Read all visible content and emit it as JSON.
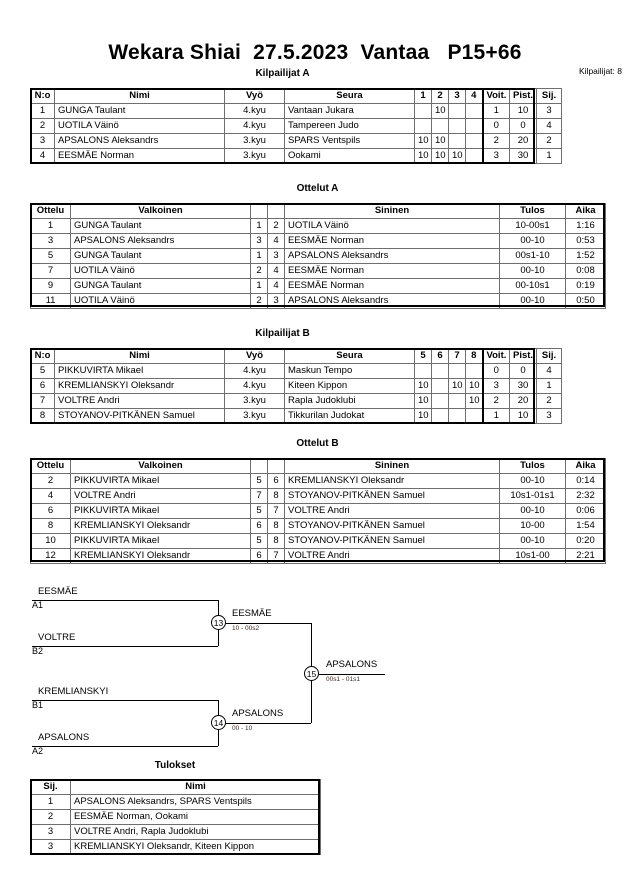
{
  "header": {
    "title": "Wekara Shiai  27.5.2023  Vantaa   P15+66",
    "competitors_label": "Kilpailijat: 8"
  },
  "pool_a": {
    "section_title": "Kilpailijat A",
    "columns": [
      "N:o",
      "Nimi",
      "Vyö",
      "Seura",
      "1",
      "2",
      "3",
      "4",
      "Voit.",
      "Pist.",
      "Sij."
    ],
    "rows": [
      {
        "no": "1",
        "nimi": "GUNGA Taulant",
        "vyo": "4.kyu",
        "seura": "Vantaan Jukara",
        "m": [
          "",
          "10",
          "",
          ""
        ],
        "voit": "1",
        "pist": "10",
        "sij": "3"
      },
      {
        "no": "2",
        "nimi": "UOTILA Väinö",
        "vyo": "4.kyu",
        "seura": "Tampereen Judo",
        "m": [
          "",
          "",
          "",
          ""
        ],
        "voit": "0",
        "pist": "0",
        "sij": "4"
      },
      {
        "no": "3",
        "nimi": "APSALONS Aleksandrs",
        "vyo": "3.kyu",
        "seura": "SPARS Ventspils",
        "m": [
          "10",
          "10",
          "",
          ""
        ],
        "voit": "2",
        "pist": "20",
        "sij": "2"
      },
      {
        "no": "4",
        "nimi": "EESMÄE Norman",
        "vyo": "3.kyu",
        "seura": "Ookami",
        "m": [
          "10",
          "10",
          "10",
          ""
        ],
        "voit": "3",
        "pist": "30",
        "sij": "1"
      }
    ]
  },
  "matches_a": {
    "section_title": "Ottelut A",
    "columns": [
      "Ottelu",
      "Valkoinen",
      "",
      "",
      "Sininen",
      "Tulos",
      "Aika"
    ],
    "rows": [
      {
        "ottelu": "1",
        "valkoinen": "GUNGA Taulant",
        "wno": "1",
        "bno": "2",
        "sininen": "UOTILA Väinö",
        "tulos": "10-00s1",
        "aika": "1:16"
      },
      {
        "ottelu": "3",
        "valkoinen": "APSALONS Aleksandrs",
        "wno": "3",
        "bno": "4",
        "sininen": "EESMÄE Norman",
        "tulos": "00-10",
        "aika": "0:53"
      },
      {
        "ottelu": "5",
        "valkoinen": "GUNGA Taulant",
        "wno": "1",
        "bno": "3",
        "sininen": "APSALONS Aleksandrs",
        "tulos": "00s1-10",
        "aika": "1:52"
      },
      {
        "ottelu": "7",
        "valkoinen": "UOTILA Väinö",
        "wno": "2",
        "bno": "4",
        "sininen": "EESMÄE Norman",
        "tulos": "00-10",
        "aika": "0:08"
      },
      {
        "ottelu": "9",
        "valkoinen": "GUNGA Taulant",
        "wno": "1",
        "bno": "4",
        "sininen": "EESMÄE Norman",
        "tulos": "00-10s1",
        "aika": "0:19"
      },
      {
        "ottelu": "11",
        "valkoinen": "UOTILA Väinö",
        "wno": "2",
        "bno": "3",
        "sininen": "APSALONS Aleksandrs",
        "tulos": "00-10",
        "aika": "0:50"
      }
    ]
  },
  "pool_b": {
    "section_title": "Kilpailijat B",
    "columns": [
      "N:o",
      "Nimi",
      "Vyö",
      "Seura",
      "5",
      "6",
      "7",
      "8",
      "Voit.",
      "Pist.",
      "Sij."
    ],
    "rows": [
      {
        "no": "5",
        "nimi": "PIKKUVIRTA Mikael",
        "vyo": "4.kyu",
        "seura": "Maskun Tempo",
        "m": [
          "",
          "",
          "",
          ""
        ],
        "voit": "0",
        "pist": "0",
        "sij": "4"
      },
      {
        "no": "6",
        "nimi": "KREMLIANSKYI Oleksandr",
        "vyo": "4.kyu",
        "seura": "Kiteen Kippon",
        "m": [
          "10",
          "",
          "10",
          "10"
        ],
        "voit": "3",
        "pist": "30",
        "sij": "1"
      },
      {
        "no": "7",
        "nimi": "VOLTRE Andri",
        "vyo": "3.kyu",
        "seura": "Rapla Judoklubi",
        "m": [
          "10",
          "",
          "",
          "10"
        ],
        "voit": "2",
        "pist": "20",
        "sij": "2"
      },
      {
        "no": "8",
        "nimi": "STOYANOV-PITKÄNEN Samuel",
        "vyo": "3.kyu",
        "seura": "Tikkurilan Judokat",
        "m": [
          "10",
          "",
          "",
          ""
        ],
        "voit": "1",
        "pist": "10",
        "sij": "3"
      }
    ]
  },
  "matches_b": {
    "section_title": "Ottelut B",
    "columns": [
      "Ottelu",
      "Valkoinen",
      "",
      "",
      "Sininen",
      "Tulos",
      "Aika"
    ],
    "rows": [
      {
        "ottelu": "2",
        "valkoinen": "PIKKUVIRTA Mikael",
        "wno": "5",
        "bno": "6",
        "sininen": "KREMLIANSKYI Oleksandr",
        "tulos": "00-10",
        "aika": "0:14"
      },
      {
        "ottelu": "4",
        "valkoinen": "VOLTRE Andri",
        "wno": "7",
        "bno": "8",
        "sininen": "STOYANOV-PITKÄNEN Samuel",
        "tulos": "10s1-01s1",
        "aika": "2:32"
      },
      {
        "ottelu": "6",
        "valkoinen": "PIKKUVIRTA Mikael",
        "wno": "5",
        "bno": "7",
        "sininen": "VOLTRE Andri",
        "tulos": "00-10",
        "aika": "0:06"
      },
      {
        "ottelu": "8",
        "valkoinen": "KREMLIANSKYI Oleksandr",
        "wno": "6",
        "bno": "8",
        "sininen": "STOYANOV-PITKÄNEN Samuel",
        "tulos": "10-00",
        "aika": "1:54"
      },
      {
        "ottelu": "10",
        "valkoinen": "PIKKUVIRTA Mikael",
        "wno": "5",
        "bno": "8",
        "sininen": "STOYANOV-PITKÄNEN Samuel",
        "tulos": "00-10",
        "aika": "0:20"
      },
      {
        "ottelu": "12",
        "valkoinen": "KREMLIANSKYI Oleksandr",
        "wno": "6",
        "bno": "7",
        "sininen": "VOLTRE Andri",
        "tulos": "10s1-00",
        "aika": "2:21"
      }
    ]
  },
  "bracket": {
    "entrants": [
      {
        "name": "EESMÄE",
        "seed": "A1"
      },
      {
        "name": "VOLTRE",
        "seed": "B2"
      },
      {
        "name": "KREMLIANSKYI",
        "seed": "B1"
      },
      {
        "name": "APSALONS",
        "seed": "A2"
      }
    ],
    "semifinals": [
      {
        "number": "13",
        "winner": "EESMÄE",
        "score": "10 - 00s2"
      },
      {
        "number": "14",
        "winner": "APSALONS",
        "score": "00 - 10"
      }
    ],
    "final": {
      "number": "15",
      "winner": "APSALONS",
      "score": "00s1 - 01s1"
    }
  },
  "results": {
    "section_title": "Tulokset",
    "columns": [
      "Sij.",
      "Nimi"
    ],
    "rows": [
      {
        "sij": "1",
        "nimi": "APSALONS Aleksandrs, SPARS Ventspils"
      },
      {
        "sij": "2",
        "nimi": "EESMÄE Norman, Ookami"
      },
      {
        "sij": "3",
        "nimi": "VOLTRE Andri, Rapla Judoklubi"
      },
      {
        "sij": "3",
        "nimi": "KREMLIANSKYI Oleksandr, Kiteen Kippon"
      }
    ]
  }
}
